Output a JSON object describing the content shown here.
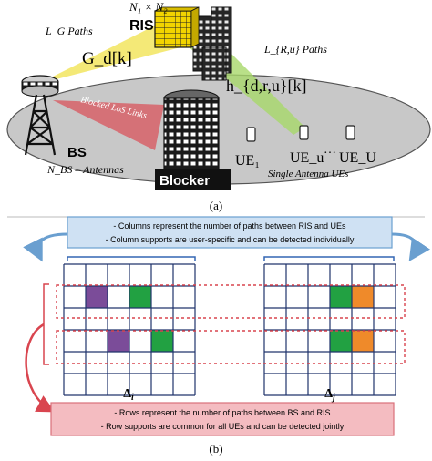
{
  "panel_a": {
    "ris_dims": "N₁ × N₂",
    "ris_label": "RIS",
    "lg_paths": "L_G Paths",
    "g_label": "G_d[k]",
    "lru_paths": "L_{R,u} Paths",
    "h_label": "h_{d,r,u}[k]",
    "blocked_links": "Blocked LoS Links",
    "bs_label": "BS",
    "bs_antennas": "N_BS – Antennas",
    "blocker_label": "Blocker",
    "ue_labels": [
      "UE₁",
      "UE_u",
      "UE_U"
    ],
    "ue_dots": "…",
    "single_antenna": "Single Antenna UEs",
    "caption": "(a)"
  },
  "panel_b": {
    "top_box": {
      "line1": "- Columns represent the number of paths between RIS and UEs",
      "line2": "- Column supports are user-specific and can be detected individually"
    },
    "bottom_box": {
      "line1": "- Rows represent the number of paths between BS and RIS",
      "line2": "- Row supports are common for all UEs and can be detected jointly"
    },
    "matrix_i_label": "Δ",
    "matrix_i_sub": "i",
    "matrix_j_label": "Δ",
    "matrix_j_sub": "j",
    "caption": "(b)",
    "colors": {
      "purple": "#7b4c99",
      "green": "#22a142",
      "orange": "#ef8a2a",
      "top_box_fill": "#cfe1f3",
      "top_box_border": "#6a9fd0",
      "bottom_box_fill": "#f4bcc1",
      "bottom_box_border": "#d9707a",
      "grid_line": "#20346c",
      "dashed_row": "#d8454f"
    },
    "matrix_i_cells": [
      {
        "row": 1,
        "col": 1,
        "color": "purple"
      },
      {
        "row": 1,
        "col": 3,
        "color": "green"
      },
      {
        "row": 3,
        "col": 2,
        "color": "purple"
      },
      {
        "row": 3,
        "col": 4,
        "color": "green"
      }
    ],
    "matrix_j_cells": [
      {
        "row": 1,
        "col": 3,
        "color": "green"
      },
      {
        "row": 1,
        "col": 4,
        "color": "orange"
      },
      {
        "row": 3,
        "col": 3,
        "color": "green"
      },
      {
        "row": 3,
        "col": 4,
        "color": "orange"
      }
    ]
  }
}
